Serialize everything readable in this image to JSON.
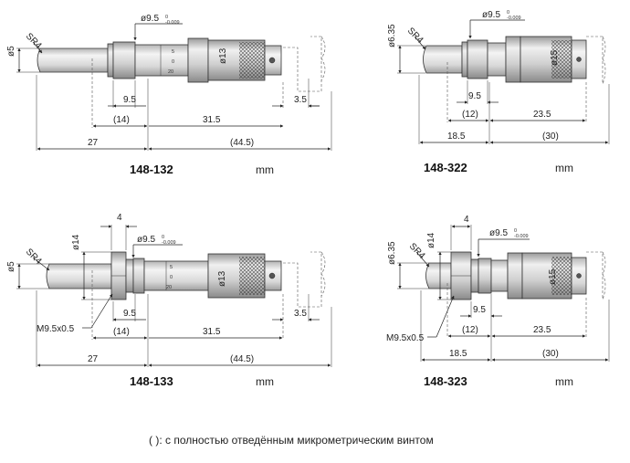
{
  "colors": {
    "metal_light": "#f0f0f0",
    "metal_mid": "#cfcfcf",
    "metal_dark": "#9a9a9a",
    "line": "#222222"
  },
  "footnote": "( ): с полностью отведённым микрометрическим винтом",
  "scale_ticks": [
    "5",
    "0",
    "20"
  ],
  "models": [
    {
      "id": "148-132",
      "unit": "mm",
      "diameters": {
        "spindle": "ø5",
        "ball": "SR4",
        "sleeve": "ø9.5",
        "sleeve_tol_top": "0",
        "sleeve_tol_bottom": "-0.009",
        "thimble": "ø13"
      },
      "dims": {
        "sleeve_len": "9.5",
        "retracted_small": "(14)",
        "thimble_len": "31.5",
        "ratchet": "3.5",
        "spindle_total": "27",
        "retracted_total": "(44.5)"
      }
    },
    {
      "id": "148-322",
      "unit": "mm",
      "diameters": {
        "spindle": "ø6.35",
        "ball": "SR4",
        "sleeve": "ø9.5",
        "sleeve_tol_top": "0",
        "sleeve_tol_bottom": "-0.009",
        "thimble": "ø15"
      },
      "dims": {
        "sleeve_len": "9.5",
        "retracted_small": "(12)",
        "thimble_len": "23.5",
        "spindle_total": "18.5",
        "retracted_total": "(30)"
      }
    },
    {
      "id": "148-133",
      "unit": "mm",
      "diameters": {
        "spindle": "ø5",
        "ball": "SR4",
        "nut": "ø14",
        "nut_width": "4",
        "sleeve": "ø9.5",
        "sleeve_tol_top": "0",
        "sleeve_tol_bottom": "-0.009",
        "thimble": "ø13",
        "thread": "M9.5x0.5"
      },
      "dims": {
        "sleeve_len": "9.5",
        "retracted_small": "(14)",
        "thimble_len": "31.5",
        "ratchet": "3.5",
        "spindle_total": "27",
        "retracted_total": "(44.5)"
      }
    },
    {
      "id": "148-323",
      "unit": "mm",
      "diameters": {
        "spindle": "ø6.35",
        "ball": "SR4",
        "nut": "ø14",
        "nut_width": "4",
        "sleeve": "ø9.5",
        "sleeve_tol_top": "0",
        "sleeve_tol_bottom": "-0.009",
        "thimble": "ø15",
        "thread": "M9.5x0.5"
      },
      "dims": {
        "sleeve_len": "9.5",
        "retracted_small": "(12)",
        "thimble_len": "23.5",
        "spindle_total": "18.5",
        "retracted_total": "(30)"
      }
    }
  ]
}
